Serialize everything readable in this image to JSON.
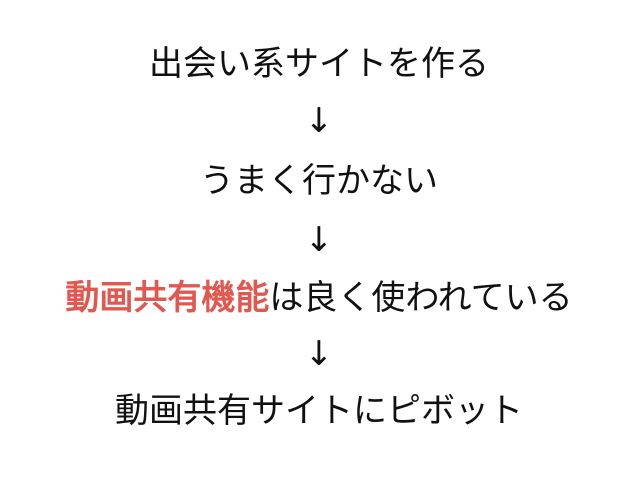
{
  "slide": {
    "steps": [
      "出会い系サイトを作る",
      "うまく行かない",
      "",
      "動画共有サイトにピボット"
    ],
    "arrow": "↓",
    "emphasis": {
      "highlight": "動画共有機能",
      "rest": "は良く使われている",
      "highlight_color": "#e0584f"
    }
  }
}
